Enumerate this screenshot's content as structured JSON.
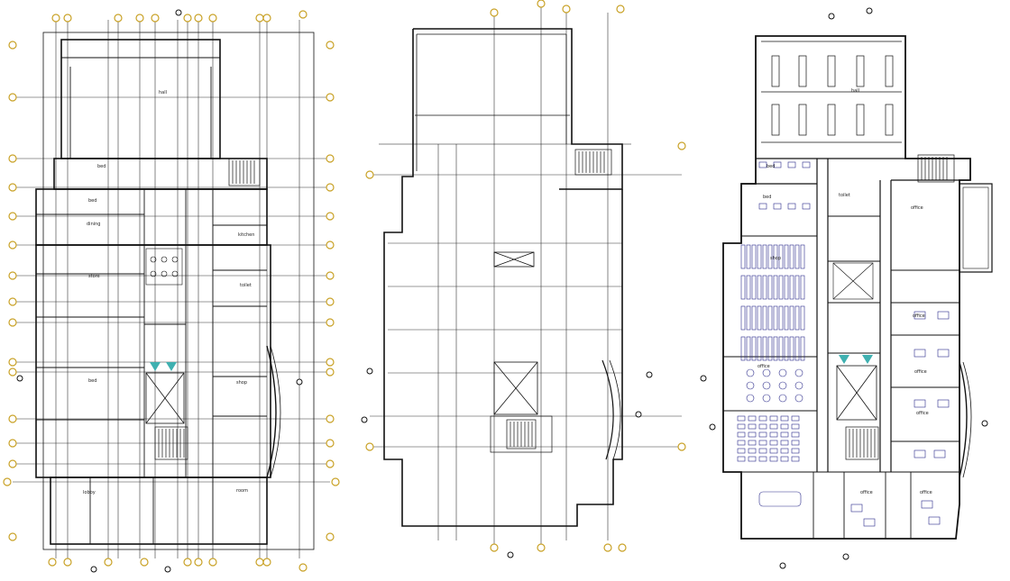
{
  "colors": {
    "background": "#ffffff",
    "line": "#111111",
    "grid_bubble": "#c9a227",
    "furniture": "#2a2a8a",
    "glass": "#3fb0b0"
  },
  "plans": [
    {
      "labels": [
        "hall",
        "bed",
        "bed",
        "dining",
        "kitchen",
        "store",
        "bed",
        "toilet",
        "lobby",
        "shop",
        "room"
      ]
    },
    {
      "labels": []
    },
    {
      "labels": [
        "hall",
        "bed",
        "bed",
        "toilet",
        "shop",
        "office",
        "office",
        "office",
        "office",
        "office",
        "office",
        "office"
      ]
    }
  ]
}
